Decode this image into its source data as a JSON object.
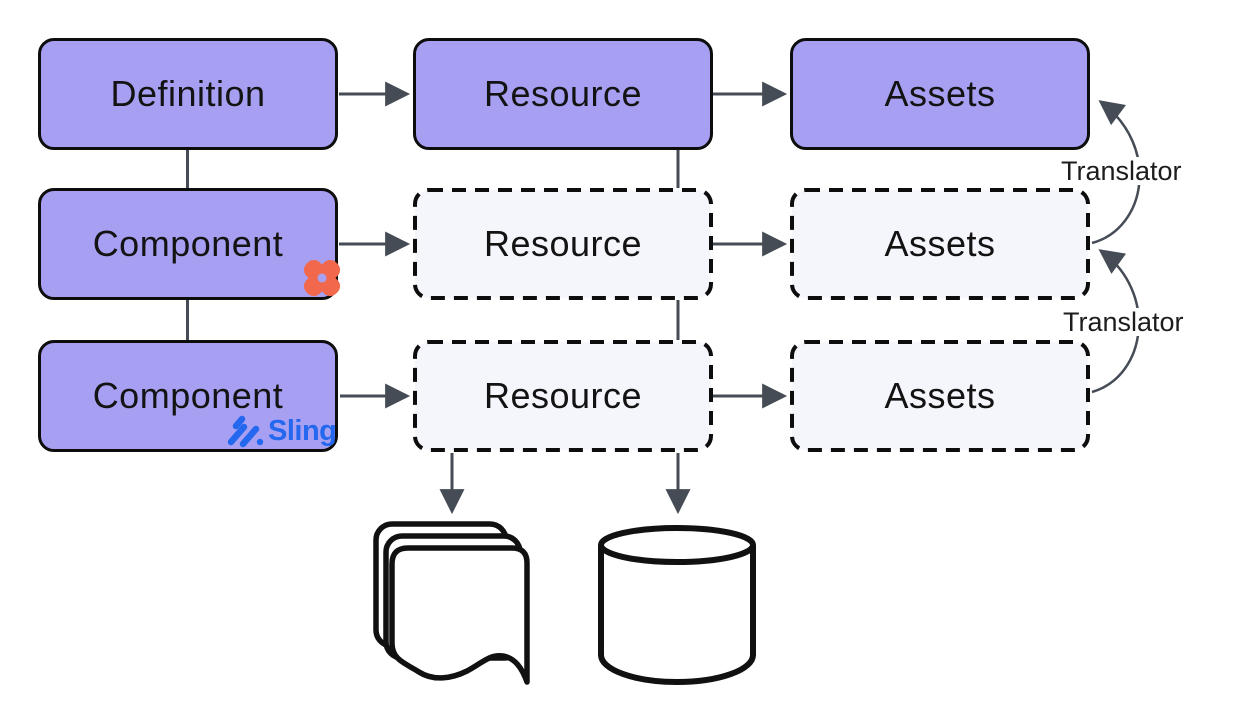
{
  "colors": {
    "node_fill": "#a7a0f2",
    "virtual_fill": "#f5f5fc",
    "border": "#0d0d0d",
    "connector": "#454c55",
    "x_orange": "#f2684c",
    "sling_blue": "#2368ee"
  },
  "nodes": [
    {
      "id": "definition",
      "label": "Definition",
      "style": "solid"
    },
    {
      "id": "resource-1",
      "label": "Resource",
      "style": "solid"
    },
    {
      "id": "assets-1",
      "label": "Assets",
      "style": "solid"
    },
    {
      "id": "component-1",
      "label": "Component",
      "style": "solid"
    },
    {
      "id": "resource-2",
      "label": "Resource",
      "style": "dashed"
    },
    {
      "id": "assets-2",
      "label": "Assets",
      "style": "dashed"
    },
    {
      "id": "component-2",
      "label": "Component",
      "style": "solid"
    },
    {
      "id": "resource-3",
      "label": "Resource",
      "style": "dashed"
    },
    {
      "id": "assets-3",
      "label": "Assets",
      "style": "dashed"
    }
  ],
  "annotations": {
    "translator_top": "Translator",
    "translator_bottom": "Translator",
    "sling_label": "Sling"
  },
  "icons": [
    {
      "name": "x-logo-icon",
      "description": "orange four-point X mark on first Component box"
    },
    {
      "name": "sling-logo-icon",
      "description": "blue diagonal slashes next to Sling wordmark"
    },
    {
      "name": "document-stack-icon",
      "description": "stack of pages with wavy bottom edge"
    },
    {
      "name": "database-icon",
      "description": "database cylinder"
    }
  ]
}
